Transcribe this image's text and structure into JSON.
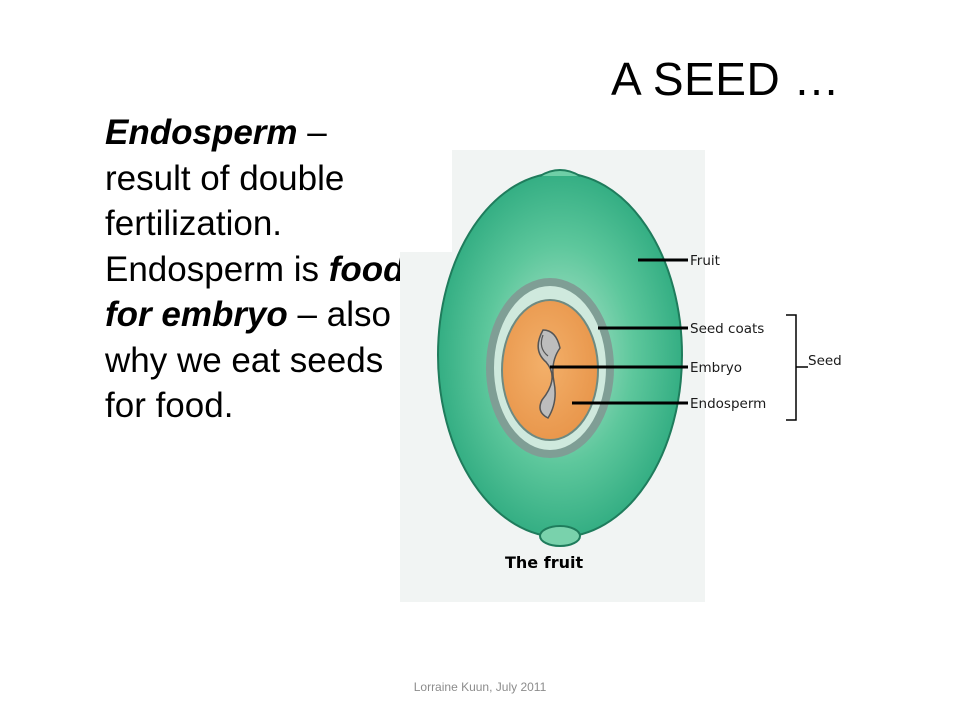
{
  "slide": {
    "title": "A SEED …",
    "body": {
      "t1": "Endosperm",
      "t2": " – result of double fertilization. Endosperm is ",
      "t3": "food for embryo",
      "t4": " – also why we eat seeds for food."
    },
    "footer": "Lorraine Kuun, July 2011"
  },
  "diagram": {
    "caption": "The fruit",
    "labels": {
      "fruit": "Fruit",
      "seed_coats": "Seed coats",
      "embryo": "Embryo",
      "endosperm": "Endosperm",
      "seed": "Seed"
    },
    "colors": {
      "fruit_outer": "#2fae83",
      "fruit_inner": "#9fd8bd",
      "seed_coat": "#8aa8a0",
      "endosperm": "#f0a45c",
      "embryo": "#b9b9b9"
    }
  }
}
